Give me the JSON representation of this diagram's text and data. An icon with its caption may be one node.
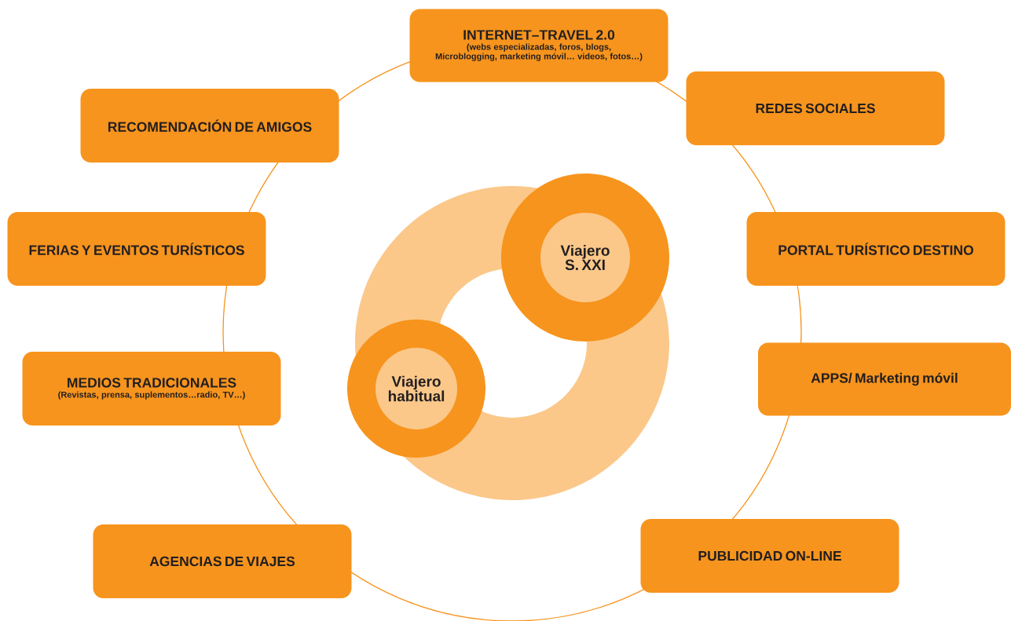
{
  "diagram": {
    "nodes": [
      {
        "text": [
          "INTERNET–TRAVEL 2.0",
          "(webs especializadas, foros, blogs, Microblogging, marketing móvil… videos, fotos…)"
        ]
      },
      {
        "text": [
          "REDES SOCIALES"
        ]
      },
      {
        "text": [
          "RECOMENDACIÓN DE AMIGOS"
        ]
      },
      {
        "text": [
          "FERIAS Y EVENTOS TURÍSTICOS"
        ]
      },
      {
        "text": [
          "PORTAL TURÍSTICO DESTINO"
        ]
      },
      {
        "text": [
          "Viajero S. XXI"
        ]
      },
      {
        "text": [
          "APPS/ Marketing móvil"
        ]
      },
      {
        "text": [
          "MEDIOS TRADICIONALES",
          "(Revistas, prensa, suplementos…radio, TV…)"
        ]
      },
      {
        "text": [
          "Viajero habitual"
        ]
      },
      {
        "text": [
          "PUBLICIDAD ON-LINE"
        ]
      },
      {
        "text": [
          "AGENCIAS DE VIAJES"
        ]
      }
    ]
  }
}
